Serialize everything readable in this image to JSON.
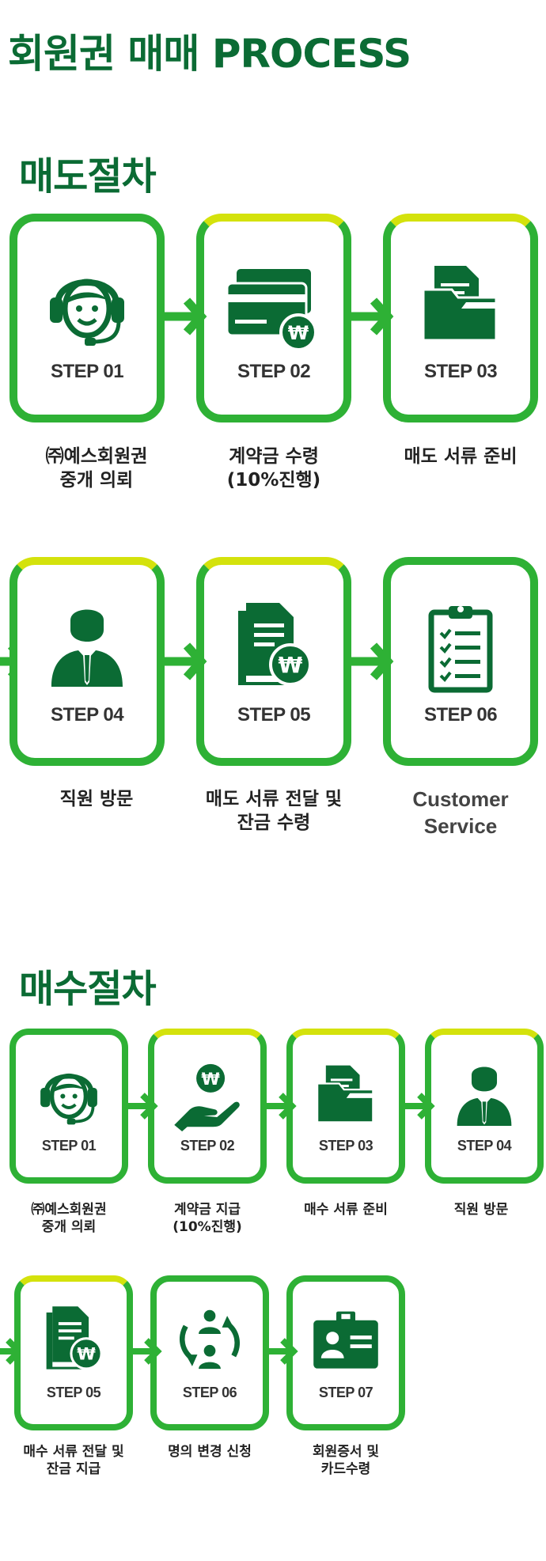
{
  "title": "회원권 매매 PROCESS",
  "sell": {
    "title": "매도절차",
    "steps": [
      {
        "step": "STEP 01",
        "caption1": "㈜예스회원권",
        "caption2": "중개 의뢰",
        "icon": "headset-agent-icon"
      },
      {
        "step": "STEP 02",
        "caption1": "계약금 수령",
        "caption2": "(10%진행)",
        "icon": "credit-card-won-icon"
      },
      {
        "step": "STEP 03",
        "caption1": "매도 서류 준비",
        "caption2": "",
        "icon": "folder-documents-icon"
      },
      {
        "step": "STEP 04",
        "caption1": "직원 방문",
        "caption2": "",
        "icon": "staff-person-icon"
      },
      {
        "step": "STEP 05",
        "caption1": "매도 서류 전달 및",
        "caption2": "잔금 수령",
        "icon": "document-won-icon"
      },
      {
        "step": "STEP 06",
        "caption1": "Customer",
        "caption2": "Service",
        "icon": "clipboard-checklist-icon"
      }
    ]
  },
  "buy": {
    "title": "매수절차",
    "steps": [
      {
        "step": "STEP 01",
        "caption1": "㈜예스회원권",
        "caption2": "중개 의뢰",
        "icon": "headset-agent-icon"
      },
      {
        "step": "STEP 02",
        "caption1": "계약금 지급",
        "caption2": "(10%진행)",
        "icon": "hand-coin-won-icon"
      },
      {
        "step": "STEP 03",
        "caption1": "매수 서류 준비",
        "caption2": "",
        "icon": "folder-documents-icon"
      },
      {
        "step": "STEP 04",
        "caption1": "직원 방문",
        "caption2": "",
        "icon": "staff-person-icon"
      },
      {
        "step": "STEP 05",
        "caption1": "매수 서류 전달 및",
        "caption2": "잔금 지급",
        "icon": "document-won-icon"
      },
      {
        "step": "STEP 06",
        "caption1": "명의 변경 신청",
        "caption2": "",
        "icon": "people-exchange-icon"
      },
      {
        "step": "STEP 07",
        "caption1": "회원증서 및",
        "caption2": "카드수령",
        "icon": "id-card-icon"
      }
    ]
  },
  "colors": {
    "dark_green": "#0b6b34",
    "green": "#2eb135",
    "lime": "#d4e20c"
  }
}
